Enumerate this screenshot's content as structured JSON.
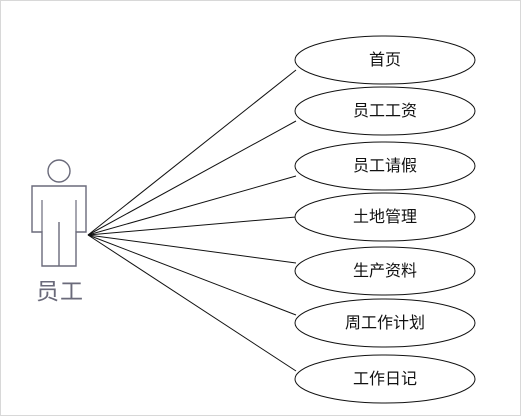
{
  "actor": {
    "label": "员工",
    "stroke": "#6a6a7a"
  },
  "use_cases": [
    {
      "id": "home",
      "label": "首页"
    },
    {
      "id": "salary",
      "label": "员工工资"
    },
    {
      "id": "leave",
      "label": "员工请假"
    },
    {
      "id": "land",
      "label": "土地管理"
    },
    {
      "id": "production",
      "label": "生产资料"
    },
    {
      "id": "weekly-plan",
      "label": "周工作计划"
    },
    {
      "id": "diary",
      "label": "工作日记"
    }
  ],
  "colors": {
    "line": "#111111",
    "ellipse_stroke": "#111111",
    "ellipse_fill": "#ffffff",
    "text": "#111111"
  }
}
